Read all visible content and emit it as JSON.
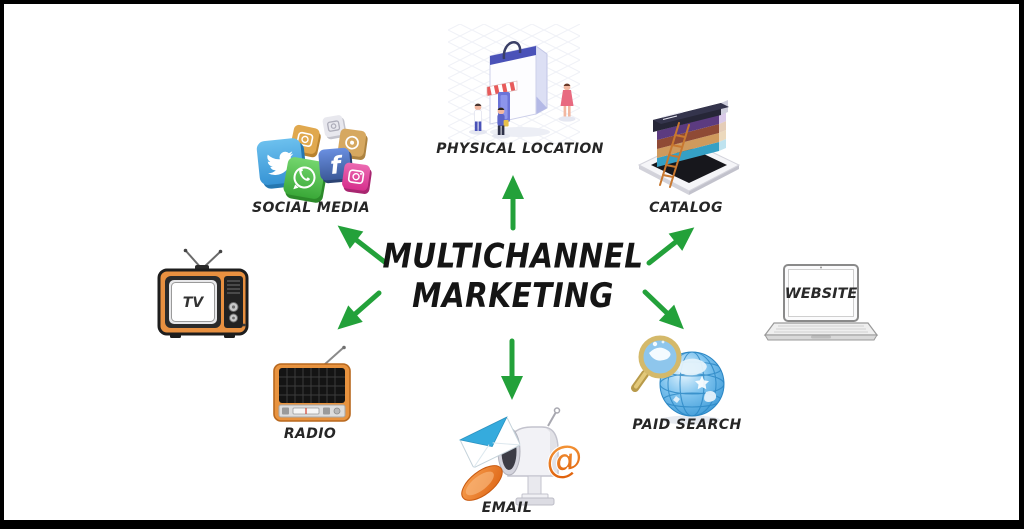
{
  "diagram": {
    "title_line1": "MULTICHANNEL",
    "title_line2": "MARKETING"
  },
  "channels": {
    "physical_location": {
      "label": "PHYSICAL LOCATION",
      "icon": "storefront-shopping-bag-icon"
    },
    "social_media": {
      "label": "SOCIAL MEDIA",
      "icon": "social-cubes-icon",
      "cubes": [
        "twitter",
        "camera",
        "photo",
        "snapshot",
        "whatsapp",
        "facebook",
        "instagram"
      ],
      "facebook_glyph": "f"
    },
    "catalog": {
      "label": "CATALOG",
      "icon": "book-stack-on-tablet-icon"
    },
    "tv": {
      "screen_text": "TV",
      "icon": "retro-television-icon"
    },
    "website": {
      "screen_text": "WEBSITE",
      "icon": "laptop-icon"
    },
    "radio": {
      "label": "RADIO",
      "icon": "retro-radio-icon"
    },
    "paid_search": {
      "label": "PAID SEARCH",
      "icon": "globe-magnifier-icon"
    },
    "email": {
      "label": "EMAIL",
      "icon": "mailbox-icon",
      "at_glyph": "@"
    }
  },
  "arrows": {
    "color": "#23a13a",
    "directions": [
      "up",
      "upper-left",
      "upper-right",
      "lower-left",
      "lower-right",
      "down"
    ]
  },
  "colors": {
    "background": "#ffffff",
    "border": "#000000",
    "text": "#1e1e1e",
    "arrow_green": "#23a13a"
  }
}
